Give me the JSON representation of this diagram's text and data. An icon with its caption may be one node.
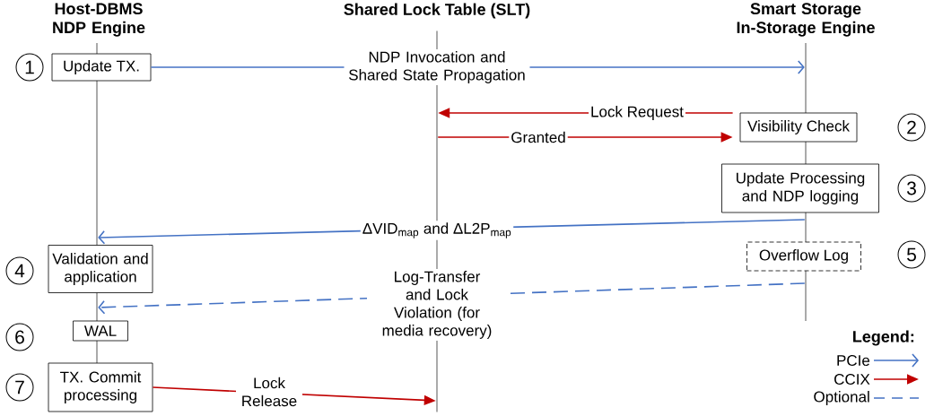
{
  "diagram": {
    "nodes": [
      {
        "text": [],
        "shape": "line"
      },
      {
        "text": [],
        "shape": "line"
      },
      {
        "text": [],
        "shape": "line"
      },
      {
        "text": [
          "1"
        ]
      },
      {
        "text": [
          "Update TX."
        ]
      },
      {
        "text": [
          "Visibility Check"
        ]
      },
      {
        "text": [
          "2"
        ]
      },
      {
        "text": [
          "Update Processing and NDP logging"
        ]
      },
      {
        "text": [
          "3"
        ]
      },
      {
        "text": [
          "4"
        ]
      },
      {
        "text": [
          "Validation and application"
        ]
      },
      {
        "text": [
          "Overflow Log"
        ]
      },
      {
        "text": [
          "5"
        ]
      },
      {
        "text": [
          "6"
        ]
      },
      {
        "text": [
          "WAL"
        ]
      },
      {
        "text": [
          "7"
        ]
      },
      {
        "text": [
          "TX. Commit processing"
        ]
      }
    ],
    "edges": [
      {
        "from": 4,
        "to": 2,
        "arrow": "to",
        "label": "NDP Invocation and Shared State Propagation"
      },
      {
        "from": 5,
        "to": 1,
        "arrow": "to",
        "label": "Lock Request",
        "color": "#c00000"
      },
      {
        "from": 1,
        "to": 5,
        "arrow": "to",
        "label": "Granted",
        "color": "#c00000"
      },
      {
        "from": 2,
        "to": 0,
        "arrow": "to",
        "label": "ΔVID$_{map}$ and ΔL2P$_{map}$"
      },
      {
        "from": 2,
        "to": 0,
        "arrow": "to",
        "label": "Log-Transfer and Lock Violation (for media recovery)",
        "style": "dashed"
      },
      {
        "from": 16,
        "to": 1,
        "arrow": "to",
        "label": "Lock Release",
        "color": "#c00000"
      }
    ],
    "labels": [
      "Host-DBMS NDP Engine",
      "Shared Lock Table (SLT)",
      "Smart Storage In-Storage Engine",
      "Legend:"
    ],
    "legend": [
      {
        "text": "PCIe"
      },
      {
        "text": "CCIX"
      },
      {
        "text": "Optional"
      }
    ]
  }
}
